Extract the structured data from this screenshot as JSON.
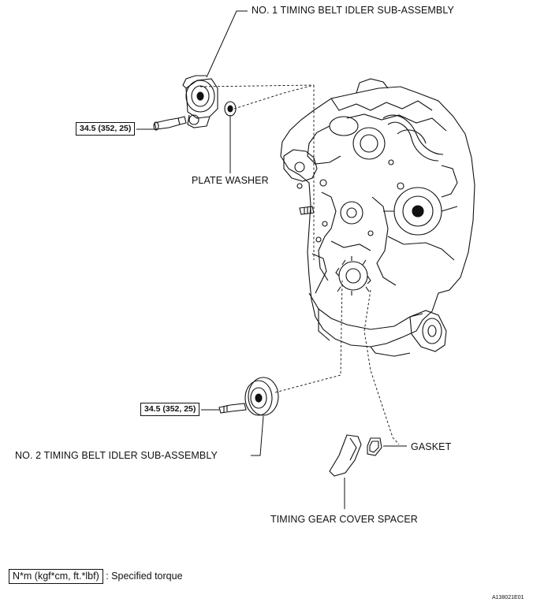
{
  "labels": {
    "idler1": "NO. 1 TIMING BELT IDLER SUB-ASSEMBLY",
    "plate_washer": "PLATE WASHER",
    "idler2": "NO. 2 TIMING BELT IDLER SUB-ASSEMBLY",
    "gasket": "GASKET",
    "spacer": "TIMING GEAR COVER SPACER"
  },
  "torques": {
    "idler1_bolt": "34.5 (352, 25)",
    "idler2_bolt": "34.5 (352, 25)"
  },
  "legend": {
    "unit_box": "N*m (kgf*cm, ft.*lbf)",
    "meaning": ": Specified torque"
  },
  "figure_code": "A138021E01"
}
